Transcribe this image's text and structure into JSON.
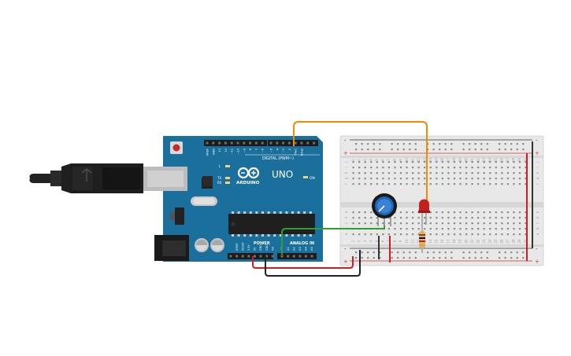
{
  "colors": {
    "board": "#1a6f9c",
    "board_dark": "#155c82",
    "header": "#1c1c1c",
    "breadboard": "#e8e8e8",
    "rail_red": "#d32f2f",
    "rail_black": "#333333",
    "wire_orange": "#f08c00",
    "wire_green": "#2ea02e",
    "wire_red": "#cc1f1f",
    "wire_black": "#222222",
    "led": "#c41e1e",
    "pot": "#1f66b8"
  },
  "arduino": {
    "brand": "ARDUINO",
    "model": "UNO",
    "digital_label": "DIGITAL (PWM~)",
    "power_label": "POWER",
    "analog_label": "ANALOG IN",
    "on_label": "ON",
    "l_label": "L",
    "tx_label": "TX",
    "rx_label": "RX",
    "top_pins": [
      "AREF",
      "GND",
      "13",
      "12",
      "~11",
      "~10",
      "~9",
      "8",
      "7",
      "~6",
      "~5",
      "4",
      "~3",
      "2",
      "TX▸1",
      "RX◂0"
    ],
    "power_pins": [
      "IOREF",
      "RESET",
      "3.3V",
      "5V",
      "GND",
      "GND",
      "Vin"
    ],
    "analog_pins": [
      "A0",
      "A1",
      "A2",
      "A3",
      "A4",
      "A5"
    ]
  },
  "breadboard": {
    "row_letters_left": [
      "j",
      "i",
      "h",
      "g",
      "f",
      "e",
      "d",
      "c",
      "b",
      "a"
    ],
    "row_letters_right": [
      "j",
      "i",
      "h",
      "g",
      "f",
      "e",
      "d",
      "c",
      "b",
      "a"
    ],
    "column_numbers": [
      "1",
      "2",
      "3",
      "4",
      "5",
      "6",
      "7",
      "8",
      "9",
      "10",
      "11",
      "12",
      "13",
      "14",
      "15",
      "16",
      "17",
      "18",
      "19",
      "20",
      "21",
      "22",
      "23",
      "24",
      "25",
      "26",
      "27",
      "28",
      "29",
      "30"
    ],
    "plus_sign": "+",
    "minus_sign": "-"
  }
}
